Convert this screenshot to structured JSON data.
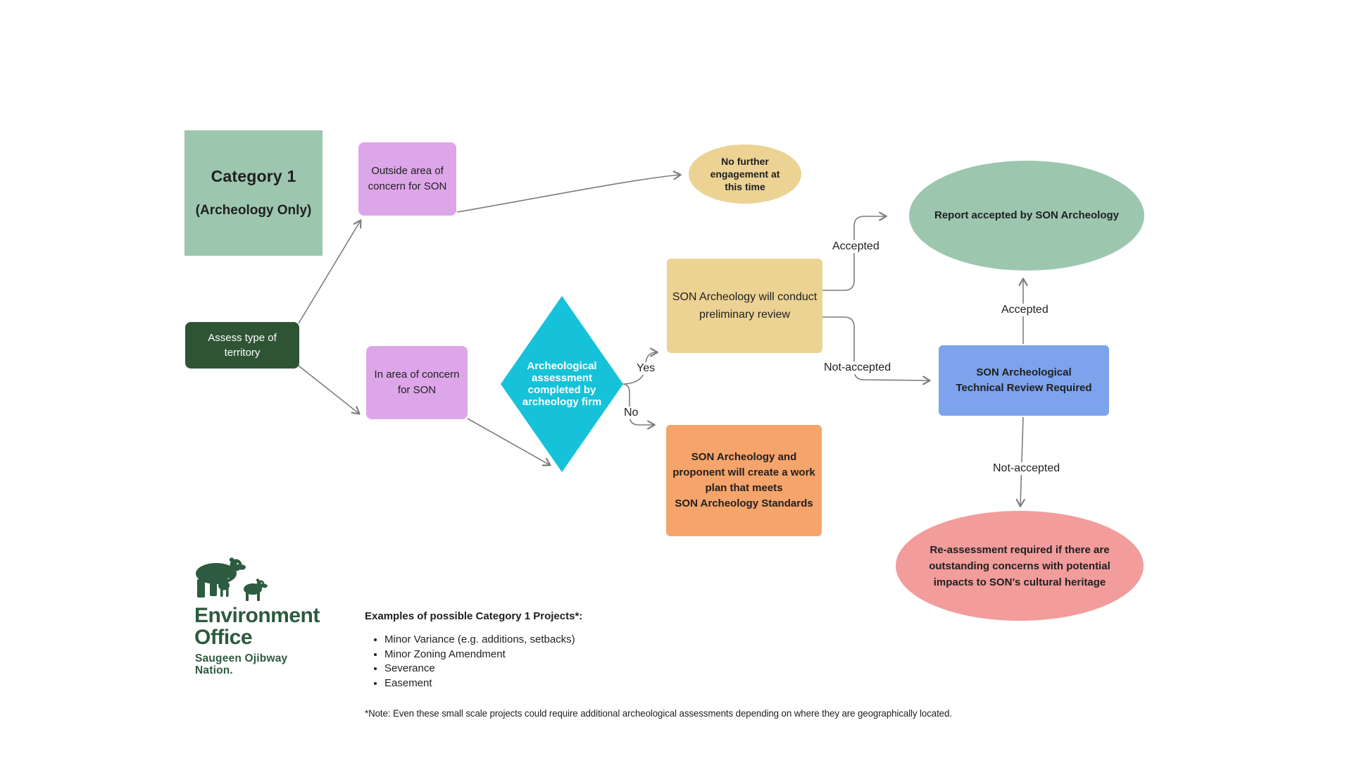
{
  "colors": {
    "green_light": "#9dc6af",
    "green_dark": "#2e5434",
    "purple": "#dda6e9",
    "cyan": "#16c2d9",
    "sand": "#ecd394",
    "orange": "#f5a46c",
    "blue": "#7da3ec",
    "pink": "#f29c9c",
    "arrow_gray": "#7d7d7d",
    "logo_green": "#2d5a3e",
    "text_dark": "#1f1f1f"
  },
  "header_box": {
    "title": "Category 1",
    "subtitle": "(Archeology Only)"
  },
  "nodes": {
    "assess": {
      "lines": [
        "Assess type of",
        "territory"
      ]
    },
    "outside": {
      "lines": [
        "Outside area of",
        "concern for SON"
      ]
    },
    "in_area": {
      "lines": [
        "In area of concern",
        "for SON"
      ]
    },
    "no_engagement": {
      "lines": [
        "No further",
        "engagement at",
        "this time"
      ]
    },
    "assessment_completed": {
      "lines": [
        "Archeological",
        "assessment",
        "completed by",
        "archeology firm"
      ]
    },
    "preliminary_review": {
      "lines": [
        "SON Archeology will conduct",
        "preliminary review"
      ]
    },
    "work_plan": {
      "lines": [
        "SON Archeology and",
        "proponent will create a work",
        "plan that meets",
        "SON Archeology Standards"
      ]
    },
    "report_accepted": {
      "lines": [
        "Report accepted by SON Archeology"
      ]
    },
    "technical_review": {
      "lines": [
        "SON Archeological",
        "Technical Review Required"
      ]
    },
    "reassessment": {
      "lines": [
        "Re-assessment required if there are",
        "outstanding concerns with potential",
        "impacts to SON’s cultural heritage"
      ]
    }
  },
  "edge_labels": {
    "yes": "Yes",
    "no": "No",
    "accepted_preliminary": "Accepted",
    "not_accepted_preliminary": "Not-accepted",
    "accepted_technical": "Accepted",
    "not_accepted_technical": "Not-accepted"
  },
  "logo": {
    "org_line1": "Environment",
    "org_line2": "Office",
    "nation_line1": "Saugeen Ojibway",
    "nation_line2": "Nation."
  },
  "footer": {
    "examples_heading": "Examples of possible Category 1 Projects*:",
    "examples": [
      "Minor Variance (e.g. additions, setbacks)",
      "Minor Zoning Amendment",
      "Severance",
      "Easement"
    ],
    "note": "*Note: Even these small scale projects could require additional archeological assessments depending on where they are geographically located."
  }
}
